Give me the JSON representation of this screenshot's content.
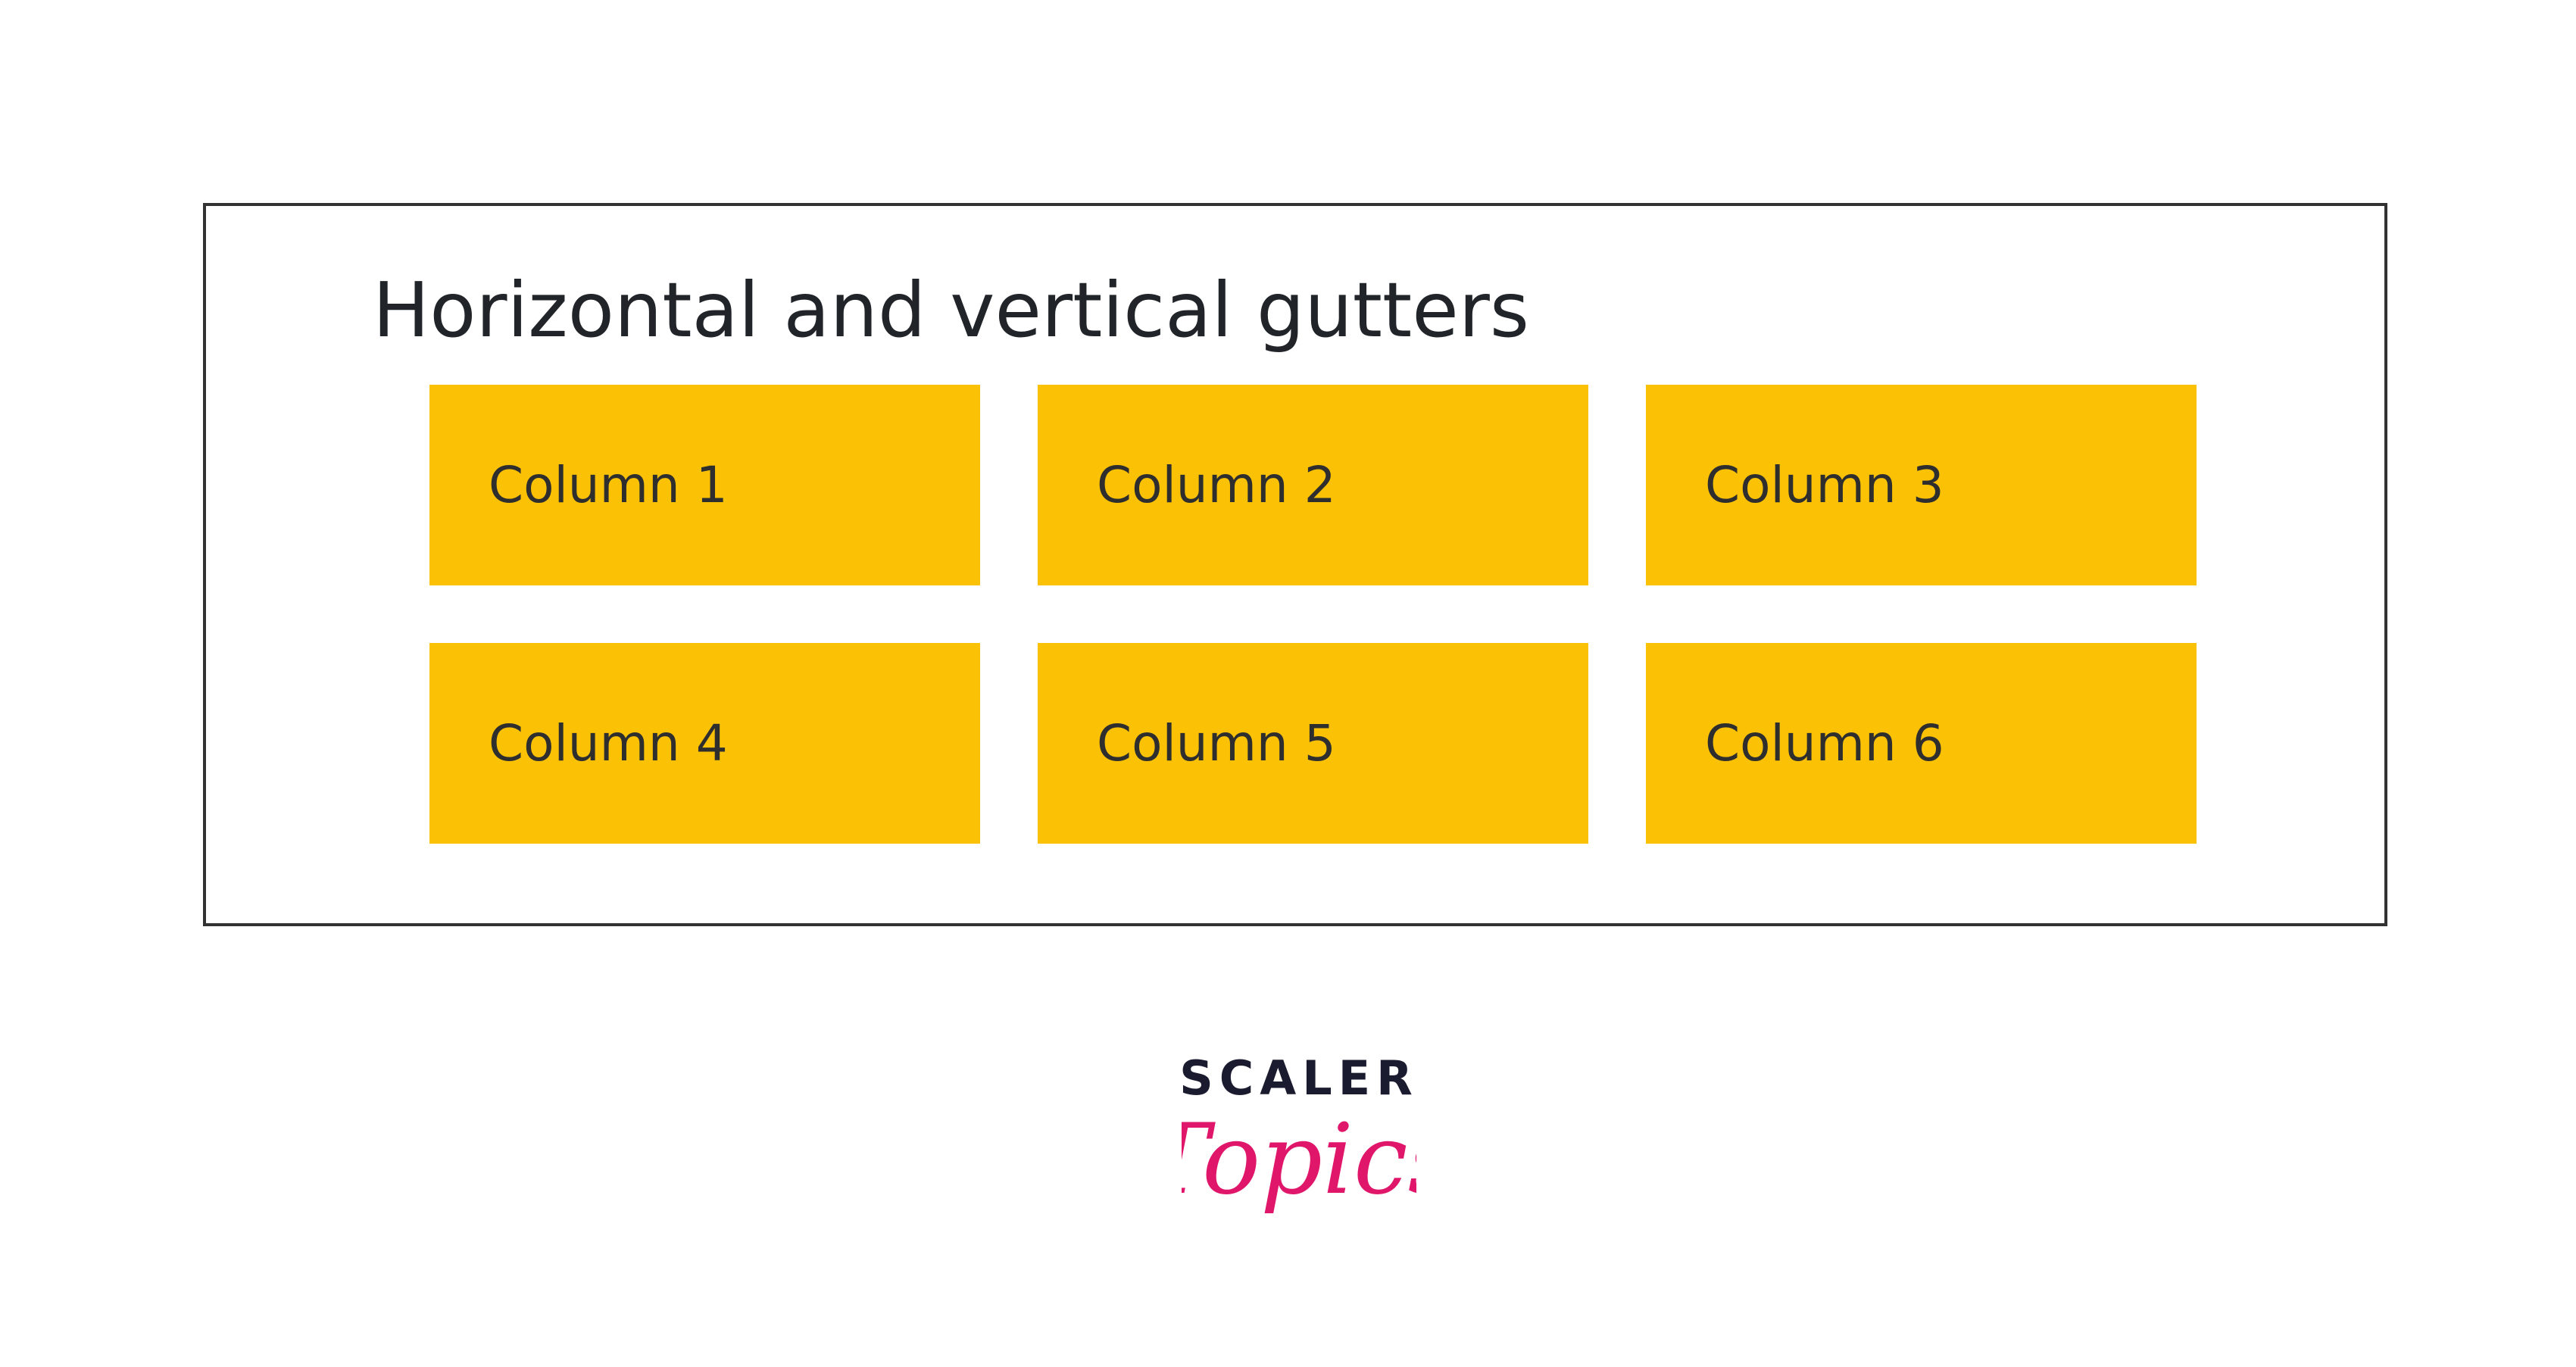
{
  "demo": {
    "title": "Horizontal and vertical gutters",
    "columns": [
      {
        "label": "Column 1"
      },
      {
        "label": "Column 2"
      },
      {
        "label": "Column 3"
      },
      {
        "label": "Column 4"
      },
      {
        "label": "Column 5"
      },
      {
        "label": "Column 6"
      }
    ],
    "column_color": "#fbc104",
    "border_color": "#333333"
  },
  "brand": {
    "name": "SCALER",
    "tagline": "Topics",
    "name_color": "#1b1b2f",
    "tagline_color": "#e0166b",
    "icon": "scaler-topics-logo"
  }
}
